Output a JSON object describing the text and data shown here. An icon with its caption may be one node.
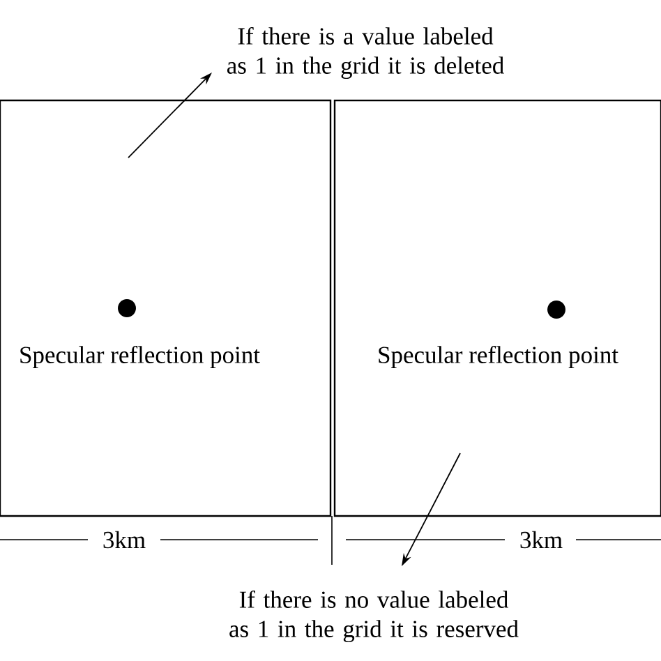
{
  "diagram": {
    "nodes": [
      {
        "text": [
          "If there is a value labeled as 1 in the grid it is deleted"
        ]
      },
      {
        "text": [
          "Specular reflection point"
        ]
      },
      {
        "text": [
          "Specular reflection point"
        ]
      },
      {
        "text": [
          "If there is no value labeled as 1 in the grid it is reserved"
        ]
      }
    ],
    "edges": [
      {
        "from": 1,
        "to": 0,
        "arrow": "to"
      },
      {
        "from": 2,
        "to": 3,
        "arrow": "to"
      }
    ],
    "labels": [
      "3km",
      "3km"
    ]
  }
}
